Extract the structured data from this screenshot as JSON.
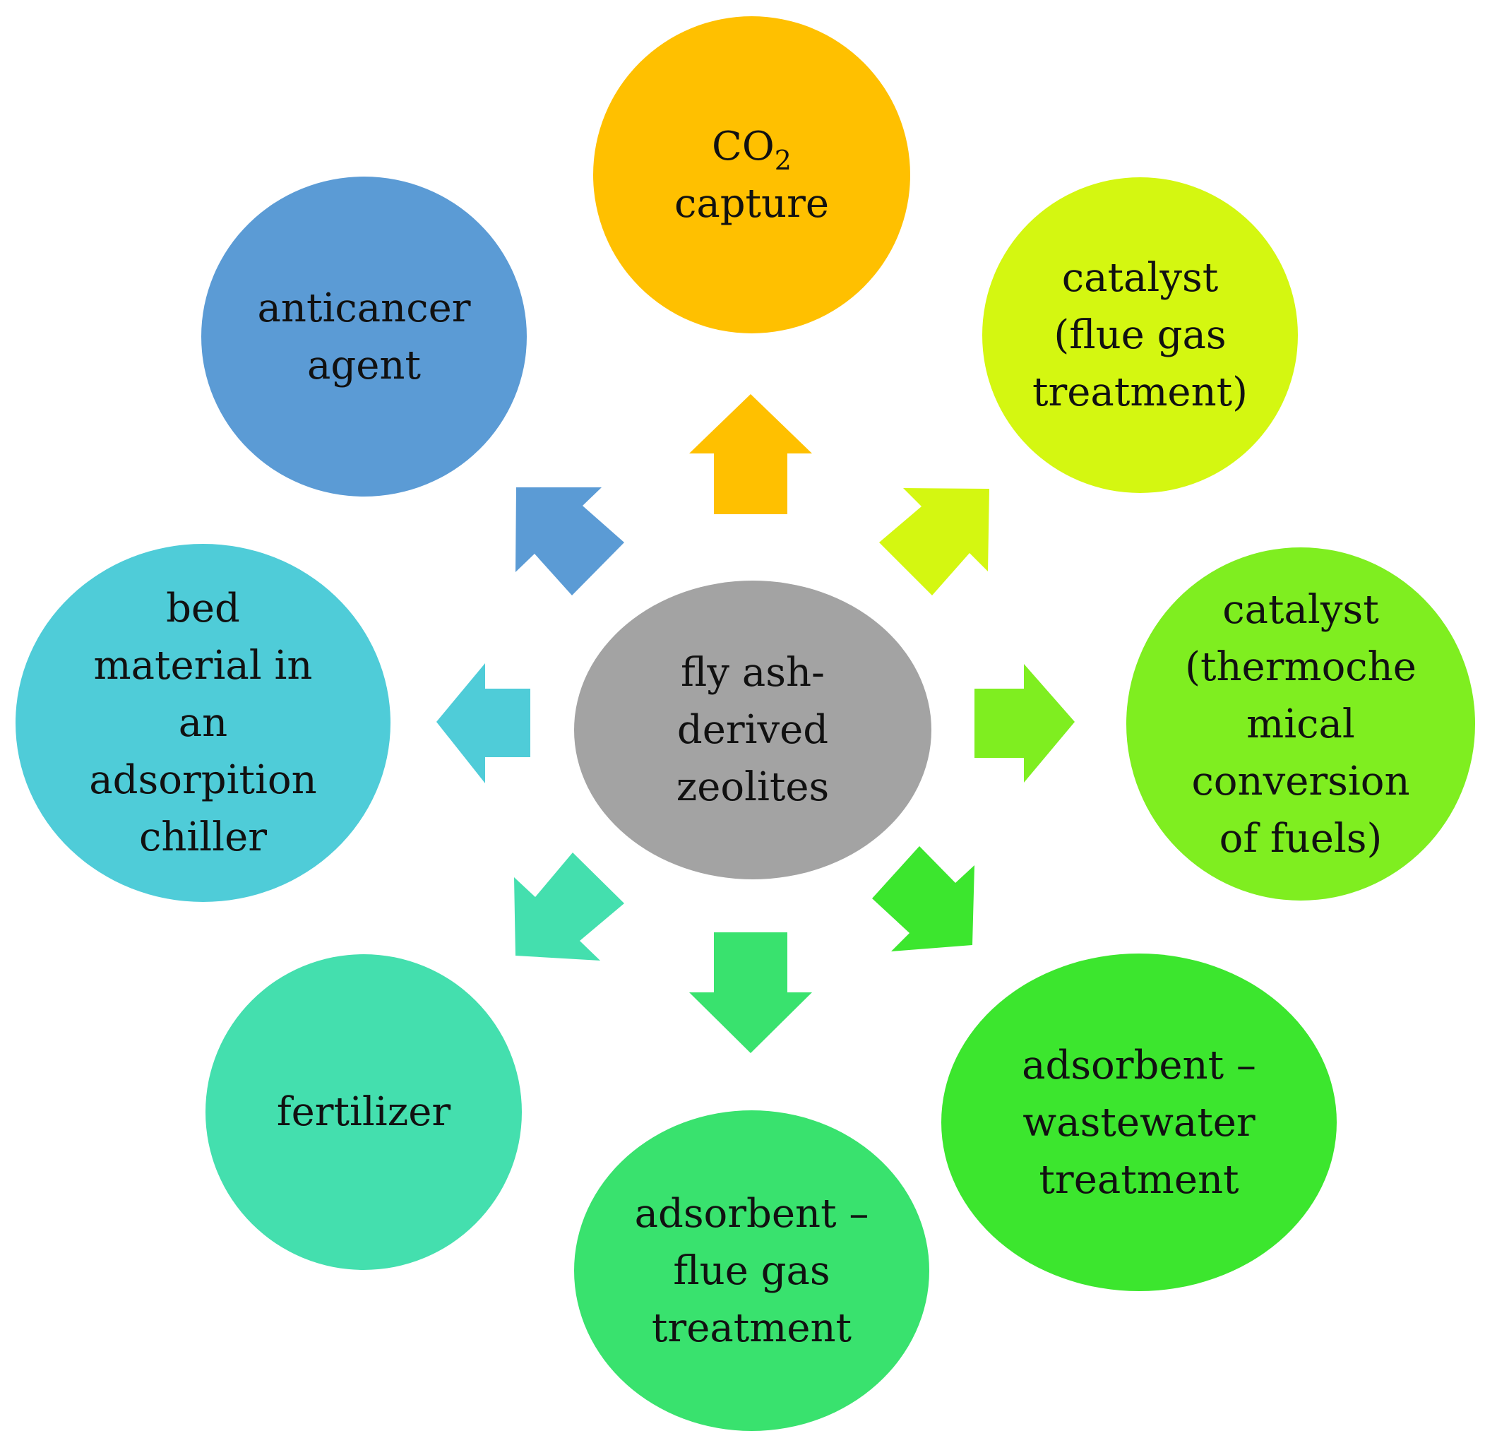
{
  "center": {
    "lines": [
      "fly ash-",
      "derived",
      "zeolites"
    ],
    "color": "#A3A3A3"
  },
  "nodes": {
    "top": {
      "co2_main": "CO",
      "co2_sub": "2",
      "line2": "capture",
      "color": "#FFC000"
    },
    "top_right": {
      "lines": [
        "catalyst",
        "(flue gas",
        "treatment)"
      ],
      "color": "#D4F711"
    },
    "right": {
      "lines": [
        "catalyst",
        "(thermoche",
        "mical",
        "conversion",
        "of fuels)"
      ],
      "color": "#7FEE20"
    },
    "bottom_right": {
      "lines": [
        "adsorbent –",
        "wastewater",
        "treatment"
      ],
      "color": "#3CE62E"
    },
    "bottom": {
      "lines": [
        "adsorbent –",
        "flue gas",
        "treatment"
      ],
      "color": "#39E26E"
    },
    "bottom_left": {
      "lines": [
        "fertilizer"
      ],
      "color": "#44DFAE"
    },
    "left": {
      "lines": [
        "bed",
        "material in",
        "an",
        "adsorpition",
        "chiller"
      ],
      "color": "#4FCCD8"
    },
    "top_left": {
      "lines": [
        "anticancer",
        "agent"
      ],
      "color": "#5B9BD5"
    }
  },
  "arrows": [
    {
      "target": "top",
      "color": "#FFC000"
    },
    {
      "target": "top_right",
      "color": "#D4F711"
    },
    {
      "target": "right",
      "color": "#7FEE20"
    },
    {
      "target": "bottom_right",
      "color": "#3CE62E"
    },
    {
      "target": "bottom",
      "color": "#39E26E"
    },
    {
      "target": "bottom_left",
      "color": "#44DFAE"
    },
    {
      "target": "left",
      "color": "#4FCCD8"
    },
    {
      "target": "top_left",
      "color": "#5B9BD5"
    }
  ]
}
